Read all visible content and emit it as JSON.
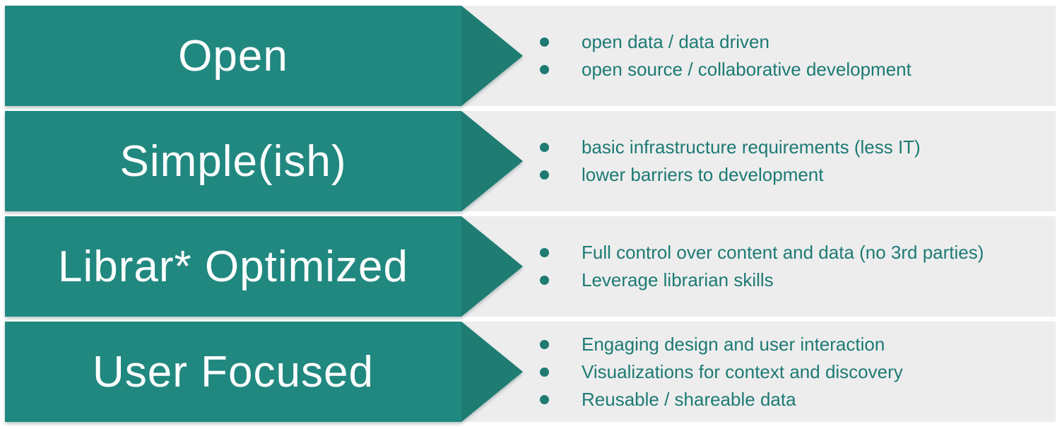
{
  "colors": {
    "arrow_body": "#218880",
    "arrow_head": "#1E7C72",
    "panel_background": "#EDEDEE",
    "bullet_text": "#1D7A73",
    "label_text": "#FDFEFE",
    "page_background": "#FFFFFF"
  },
  "rows": [
    {
      "label": "Open",
      "bullets": [
        "open data / data driven",
        "open source / collaborative development"
      ]
    },
    {
      "label": "Simple(ish)",
      "bullets": [
        "basic infrastructure requirements (less IT)",
        "lower barriers to development"
      ]
    },
    {
      "label": "Librar* Optimized",
      "bullets": [
        "Full control over content and data (no 3rd parties)",
        "Leverage librarian skills"
      ]
    },
    {
      "label": "User Focused",
      "bullets": [
        "Engaging design and user interaction",
        "Visualizations for context and discovery",
        "Reusable / shareable data"
      ]
    }
  ]
}
